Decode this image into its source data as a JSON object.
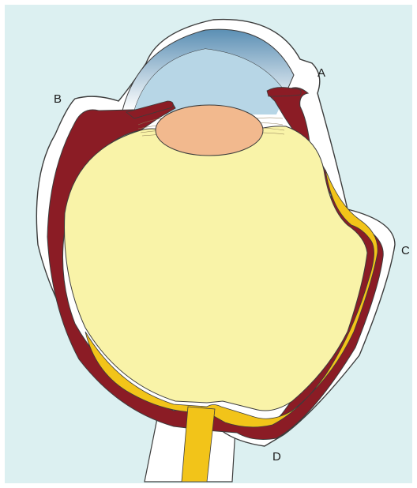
{
  "labels": {
    "a": "A",
    "b": "B",
    "c": "C",
    "d": "D"
  },
  "colors": {
    "panel_background": "#dcf0f1",
    "sclera": "#ffffff",
    "outline": "#3c3c3c",
    "cornea_gradient_top": "#5b8fb4",
    "cornea_gradient_bottom": "#ffffff",
    "anterior_chamber": "#b7d6e6",
    "choroid": "#8b1c25",
    "retina_detachment": "#f2c419",
    "vitreous": "#f9f3a8",
    "lens": "#f2b98e",
    "zonules": "#f6e9b2",
    "optic_nerve": "#f2c419"
  }
}
